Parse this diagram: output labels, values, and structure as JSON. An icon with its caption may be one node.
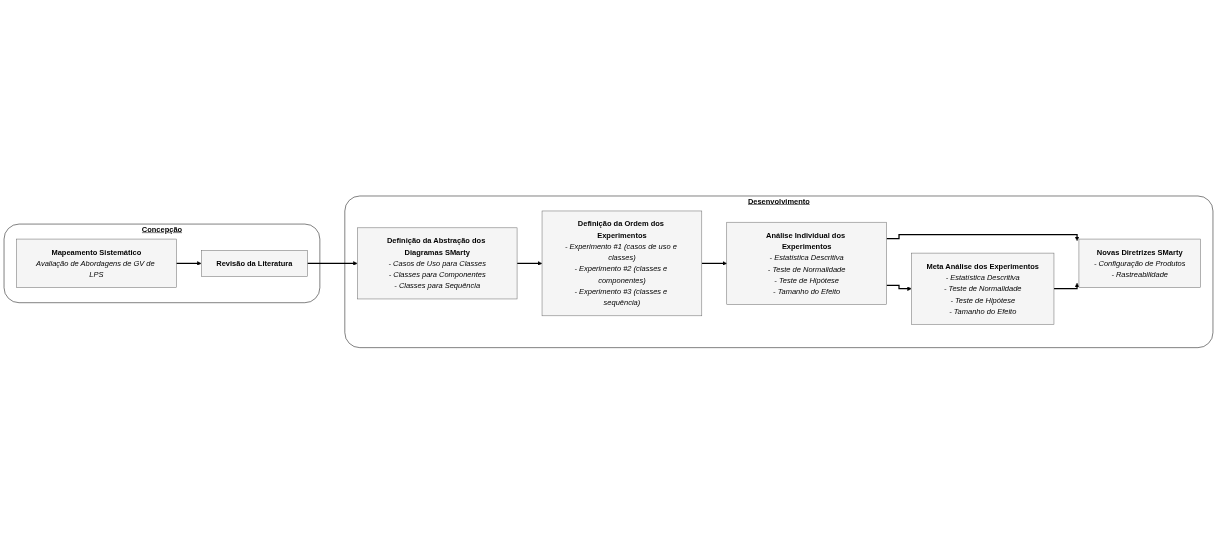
{
  "diagram": {
    "nodes": [
      {
        "text": [
          "Concepção"
        ]
      },
      {
        "text": [
          "Mapeamento Sistemático",
          "Avaliação de Abordagens de GV de LPS"
        ],
        "in": 0
      },
      {
        "text": [
          "Revisão da Literatura"
        ],
        "in": 0
      },
      {
        "text": [
          "Desenvolvimento"
        ]
      },
      {
        "text": [
          "Definição da Abstração dos Diagramas SMarty",
          "- Casos de Uso para Classes",
          "- Classes para Componentes",
          "- Classes para Sequência"
        ],
        "in": 3
      },
      {
        "text": [
          "Definição da Ordem dos Experimentos",
          "- Experimento #1 (casos de uso e classes)",
          "- Experimento #2 (classes e componentes)",
          "- Experimento #3 (classes e sequência)"
        ],
        "in": 3
      },
      {
        "text": [
          "Análise Individual dos Experimentos",
          "- Estatística Descritiva",
          "- Teste de Normalidade",
          "- Teste de Hipótese",
          "- Tamanho do Efeito"
        ],
        "in": 3
      },
      {
        "text": [
          "Meta Análise dos Experimentos",
          "- Estatística Descritiva",
          "- Teste de Normalidade",
          "- Teste de Hipótese",
          "- Tamanho do Efeito"
        ],
        "in": 3
      },
      {
        "text": [
          "Novas Diretrizes SMarty",
          "- Configuração de Produtos",
          "- Rastreabilidade"
        ],
        "in": 3
      }
    ],
    "edges": [
      {
        "from": 1,
        "to": 2,
        "arrow": "to"
      },
      {
        "from": 2,
        "to": 4,
        "arrow": "to"
      },
      {
        "from": 4,
        "to": 5,
        "arrow": "to"
      },
      {
        "from": 5,
        "to": 6,
        "arrow": "to"
      },
      {
        "from": 6,
        "to": 7,
        "arrow": "to"
      },
      {
        "from": 6,
        "to": 8,
        "arrow": "to"
      },
      {
        "from": 7,
        "to": 8,
        "arrow": "to"
      }
    ]
  }
}
